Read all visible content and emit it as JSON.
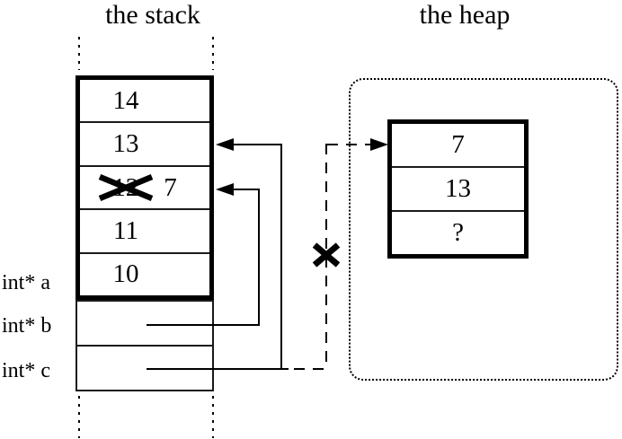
{
  "titles": {
    "stack": "the stack",
    "heap": "the heap"
  },
  "stack": {
    "rows": [
      {
        "value": "14",
        "crossed_out": false
      },
      {
        "value": "13",
        "crossed_out": false
      },
      {
        "value": "12",
        "crossed_out": true,
        "new_value": "7"
      },
      {
        "value": "11",
        "crossed_out": false
      },
      {
        "value": "10",
        "crossed_out": false
      }
    ]
  },
  "pointer_labels": [
    {
      "label": "int* a"
    },
    {
      "label": "int* b"
    },
    {
      "label": "int* c"
    }
  ],
  "heap": {
    "rows": [
      {
        "value": "7"
      },
      {
        "value": "13"
      },
      {
        "value": "?"
      }
    ]
  },
  "icons": {
    "cross_out": "x-cross-out-icon",
    "dangling_cross": "x-dangling-pointer-icon",
    "arrowheads": "solid-triangle"
  },
  "colors": {
    "ink": "#000000",
    "thin_line": "#1a1a1a",
    "background": "#ffffff"
  }
}
